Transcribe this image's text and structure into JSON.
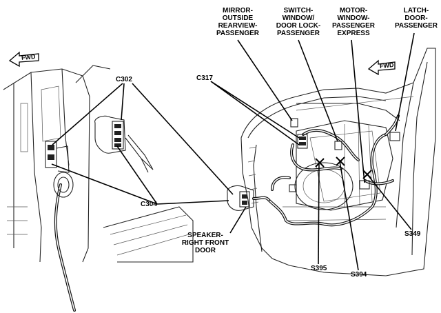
{
  "left_view": {
    "fwd_label": "FWD",
    "connectors": [
      {
        "id": "C302",
        "label": "C302"
      },
      {
        "id": "C304",
        "label": "C304"
      }
    ]
  },
  "right_view": {
    "fwd_label": "FWD",
    "components": [
      {
        "id": "mirror",
        "lines": [
          "MIRROR-",
          "OUTSIDE",
          "REARVIEW-",
          "PASSENGER"
        ]
      },
      {
        "id": "switch",
        "lines": [
          "SWITCH-",
          "WINDOW/",
          "DOOR LOCK-",
          "PASSENGER"
        ]
      },
      {
        "id": "motor",
        "lines": [
          "MOTOR-",
          "WINDOW-",
          "PASSENGER",
          "EXPRESS"
        ]
      },
      {
        "id": "latch",
        "lines": [
          "LATCH-",
          "DOOR-",
          "PASSENGER"
        ]
      },
      {
        "id": "speaker",
        "lines": [
          "SPEAKER-",
          "RIGHT FRONT",
          "DOOR"
        ]
      }
    ],
    "connectors": [
      {
        "id": "C317",
        "label": "C317"
      }
    ],
    "splices": [
      {
        "id": "S395",
        "label": "S395"
      },
      {
        "id": "S394",
        "label": "S394"
      },
      {
        "id": "S349",
        "label": "S349"
      }
    ]
  }
}
